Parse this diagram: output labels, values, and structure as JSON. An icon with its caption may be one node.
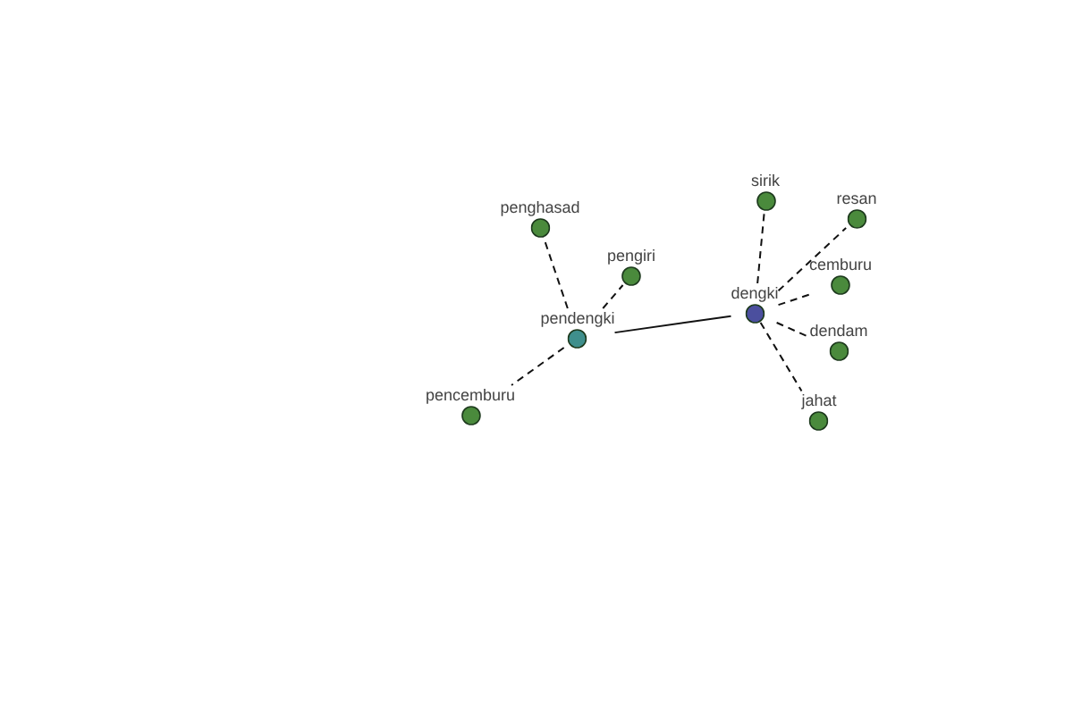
{
  "diagram": {
    "nodes": [
      {
        "text": [
          "sirik"
        ]
      },
      {
        "text": [
          "resan"
        ]
      },
      {
        "text": [
          "penghasad"
        ]
      },
      {
        "text": [
          "pengiri"
        ]
      },
      {
        "text": [
          "cemburu"
        ]
      },
      {
        "text": [
          "dengki"
        ]
      },
      {
        "text": [
          "pendengki"
        ]
      },
      {
        "text": [
          "dendam"
        ]
      },
      {
        "text": [
          "pencemburu"
        ]
      },
      {
        "text": [
          "jahat"
        ]
      }
    ],
    "edges": [
      {
        "from": 5,
        "to": 0,
        "arrow": "none",
        "style": "dashed"
      },
      {
        "from": 5,
        "to": 1,
        "arrow": "none",
        "style": "dashed"
      },
      {
        "from": 5,
        "to": 4,
        "arrow": "none",
        "style": "dashed"
      },
      {
        "from": 5,
        "to": 7,
        "arrow": "none",
        "style": "dashed"
      },
      {
        "from": 5,
        "to": 9,
        "arrow": "none",
        "style": "dashed"
      },
      {
        "from": 6,
        "to": 5,
        "arrow": "none"
      },
      {
        "from": 6,
        "to": 2,
        "arrow": "none",
        "style": "dashed"
      },
      {
        "from": 6,
        "to": 3,
        "arrow": "none",
        "style": "dashed"
      },
      {
        "from": 6,
        "to": 8,
        "arrow": "none",
        "style": "dashed"
      }
    ]
  }
}
